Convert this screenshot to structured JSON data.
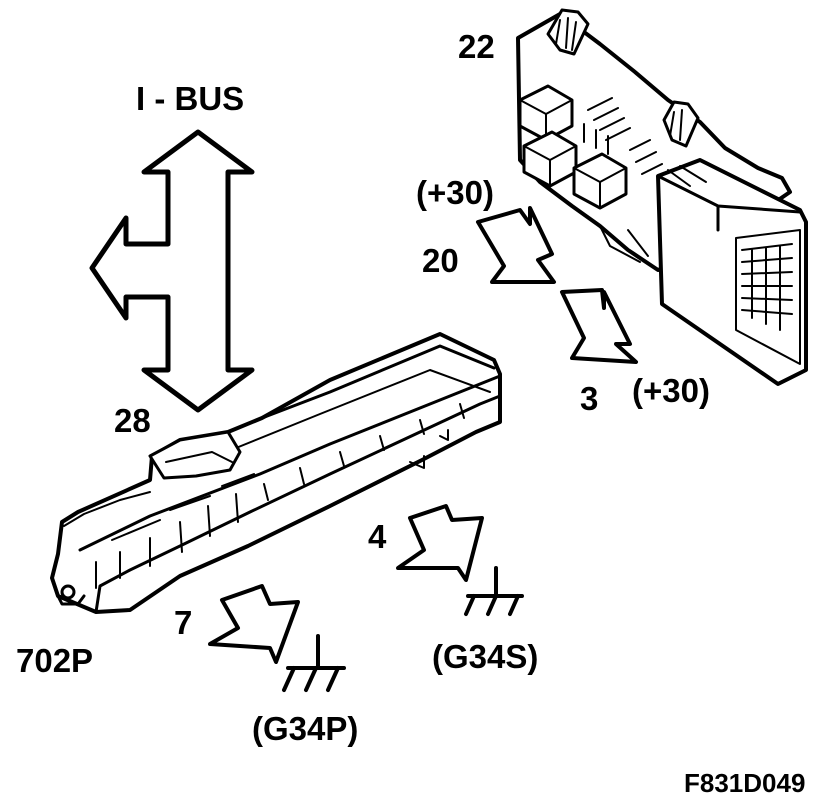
{
  "labels": {
    "i_bus": "I - BUS",
    "n22": "22",
    "n20": "20",
    "n3": "3",
    "n28": "28",
    "n4": "4",
    "n7": "7",
    "plus30_upper": "(+30)",
    "plus30_lower": "(+30)",
    "module_702p": "702P",
    "g34s": "(G34S)",
    "g34p": "(G34P)",
    "figure_code": "F831D049"
  },
  "colors": {
    "ink": "#000000",
    "paper": "#ffffff"
  }
}
